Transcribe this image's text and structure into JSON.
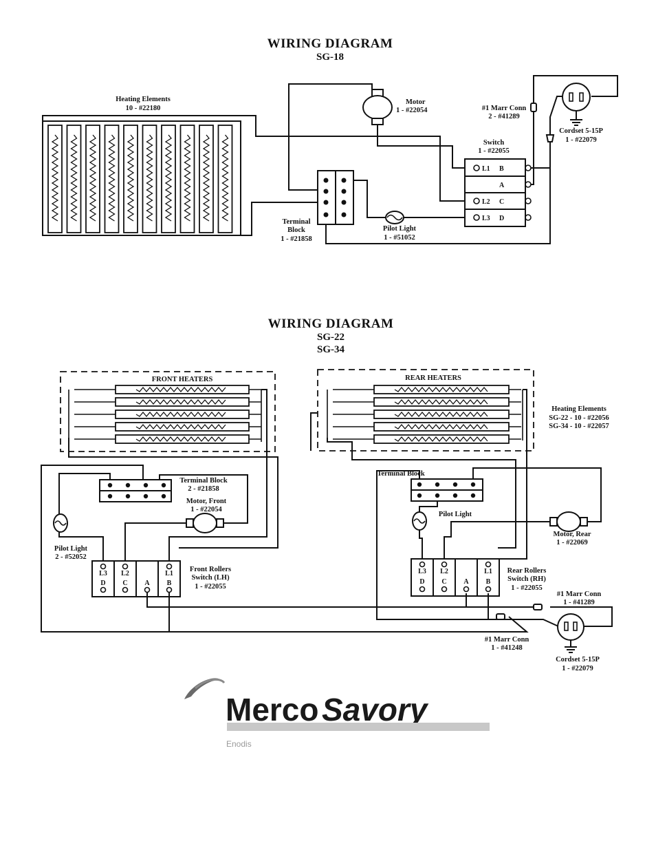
{
  "sg18": {
    "title": "WIRING DIAGRAM",
    "model": "SG-18",
    "heating_elements": {
      "line1": "Heating Elements",
      "line2": "10 - #22180"
    },
    "motor": {
      "line1": "Motor",
      "line2": "1 - #22054"
    },
    "marr_conn": {
      "line1": "#1 Marr Conn",
      "line2": "2 - #41289"
    },
    "cordset": {
      "line1": "Cordset 5-15P",
      "line2": "1 - #22079"
    },
    "switch": {
      "line1": "Switch",
      "line2": "1 - #22055"
    },
    "terminal_block": {
      "line1": "Terminal",
      "line2": "Block",
      "line3": "1 - #21858"
    },
    "pilot_light": {
      "line1": "Pilot Light",
      "line2": "1 - #51052"
    },
    "switch_terminals": {
      "l1": "L1",
      "l2": "L2",
      "l3": "L3",
      "b": "B",
      "a": "A",
      "c": "C",
      "d": "D"
    }
  },
  "sg22": {
    "title": "WIRING DIAGRAM",
    "model1": "SG-22",
    "model2": "SG-34",
    "front_heaters": "FRONT HEATERS",
    "rear_heaters": "REAR HEATERS",
    "heating_elements": {
      "line1": "Heating Elements",
      "line2": "SG-22 - 10 - #22056",
      "line3": "SG-34 - 10 - #22057"
    },
    "terminal_block_front": {
      "line1": "Terminal Block",
      "line2": "2 - #21858"
    },
    "motor_front": {
      "line1": "Motor, Front",
      "line2": "1 - #22054"
    },
    "pilot_light_front": {
      "line1": "Pilot Light",
      "line2": "2 - #52052"
    },
    "front_switch": {
      "line1": "Front Rollers",
      "line2": "Switch (LH)",
      "line3": "1 - #22055"
    },
    "terminal_block_rear": "Terminal Block",
    "pilot_light_rear": "Pilot Light",
    "motor_rear": {
      "line1": "Motor, Rear",
      "line2": "1 - #22069"
    },
    "rear_switch": {
      "line1": "Rear Rollers",
      "line2": "Switch (RH)",
      "line3": "1 - #22055"
    },
    "marr_conn_1": {
      "line1": "#1 Marr Conn",
      "line2": "1 - #41289"
    },
    "marr_conn_2": {
      "line1": "#1 Marr Conn",
      "line2": "1 - #41248"
    },
    "cordset": {
      "line1": "Cordset 5-15P",
      "line2": "1 - #22079"
    },
    "switch_terminals": {
      "l3": "L3",
      "l2": "L2",
      "l1": "L1",
      "d": "D",
      "c": "C",
      "a": "A",
      "b": "B"
    }
  },
  "logo": {
    "brand_word1": "Merco",
    "brand_word2": "Savory",
    "parent": "Enodis"
  }
}
